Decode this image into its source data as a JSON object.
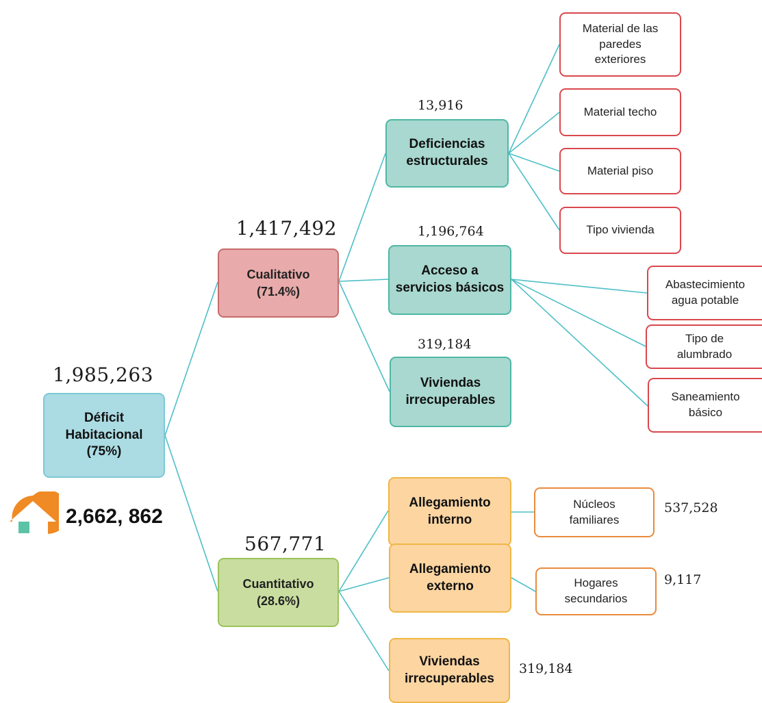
{
  "root": {
    "label": "Déficit\nHabitacional\n(75%)",
    "value": "1,985,263"
  },
  "total": {
    "value": "2,662, 862"
  },
  "cualitativo": {
    "label": "Cualitativo\n(71.4%)",
    "value": "1,417,492"
  },
  "cuantitativo": {
    "label": "Cuantitativo\n(28.6%)",
    "value": "567,771"
  },
  "deficiencias": {
    "label": "Deficiencias\nestructurales",
    "value": "13,916"
  },
  "acceso": {
    "label": "Acceso a\nservicios básicos",
    "value": "1,196,764"
  },
  "viviendas_cual": {
    "label": "Viviendas\nirrecuperables",
    "value": "319,184"
  },
  "paredes": {
    "label": "Material de las\nparedes\nexteriores"
  },
  "techo": {
    "label": "Material techo"
  },
  "piso": {
    "label": "Material piso"
  },
  "tipo_vivienda": {
    "label": "Tipo vivienda"
  },
  "agua": {
    "label": "Abastecimiento\nagua potable"
  },
  "alumbrado": {
    "label": "Tipo de\nalumbrado"
  },
  "saneamiento": {
    "label": "Saneamiento\nbásico"
  },
  "alleg_interno": {
    "label": "Allegamiento\ninterno"
  },
  "alleg_externo": {
    "label": "Allegamiento\nexterno"
  },
  "viviendas_cuan": {
    "label": "Viviendas\nirrecuperables",
    "value": "319,184"
  },
  "nucleos": {
    "label": "Núcleos\nfamiliares",
    "value": "537,528"
  },
  "hogares": {
    "label": "Hogares\nsecundarios",
    "value": "9,117"
  },
  "colors": {
    "connector": "#4dbfc7",
    "house_roof": "#f08a24",
    "house_door": "#5cc3a7"
  },
  "icons": [
    "house-icon"
  ]
}
